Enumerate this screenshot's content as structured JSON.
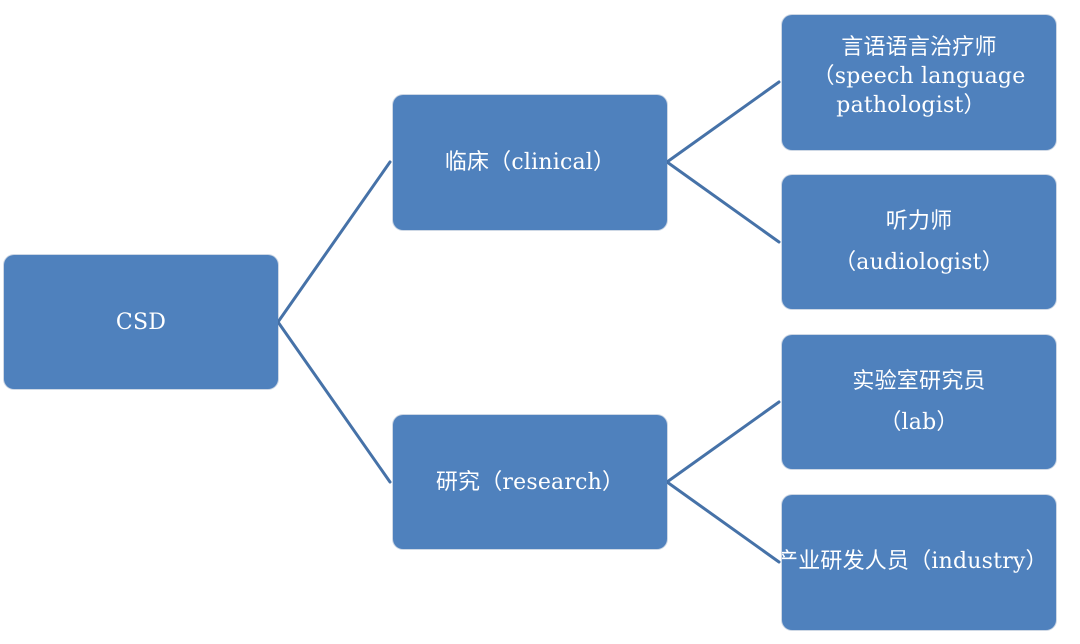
{
  "root": {
    "label": "CSD"
  },
  "branches": [
    {
      "label": "临床（clinical）",
      "children": [
        {
          "lines": [
            "言语语言治疗师",
            "（speech language",
            "pathologist）"
          ]
        },
        {
          "lines": [
            "听力师",
            "（audiologist）"
          ]
        }
      ]
    },
    {
      "label": "研究（research）",
      "children": [
        {
          "lines": [
            "实验室研究员",
            "（lab）"
          ]
        },
        {
          "lines": [
            "产业研发人员（industry）"
          ]
        }
      ]
    }
  ],
  "colors": {
    "node_fill": "#4f81bd",
    "connector": "#4672a8",
    "text": "#ffffff"
  }
}
